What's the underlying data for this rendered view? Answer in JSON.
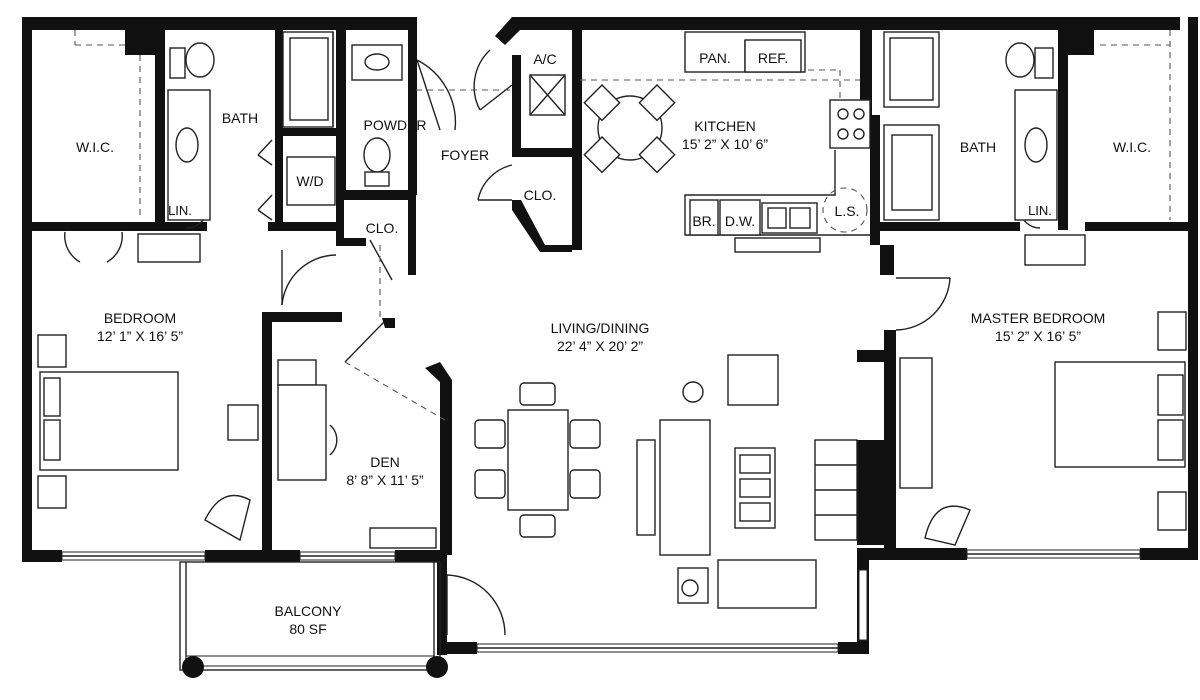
{
  "rooms": {
    "wic_left": {
      "name": "W.I.C."
    },
    "bath_left": {
      "name": "BATH"
    },
    "lin_left": {
      "name": "LIN."
    },
    "wd": {
      "name": "W/D"
    },
    "powder": {
      "name": "POWDER"
    },
    "clo_hall": {
      "name": "CLO."
    },
    "foyer": {
      "name": "FOYER"
    },
    "ac": {
      "name": "A/C"
    },
    "clo_foyer": {
      "name": "CLO."
    },
    "kitchen": {
      "name": "KITCHEN",
      "dims": "15’ 2” X 10’ 6”"
    },
    "pan": {
      "name": "PAN."
    },
    "ref": {
      "name": "REF."
    },
    "br": {
      "name": "BR."
    },
    "dw": {
      "name": "D.W."
    },
    "ls": {
      "name": "L.S."
    },
    "bath_right": {
      "name": "BATH"
    },
    "lin_right": {
      "name": "LIN."
    },
    "wic_right": {
      "name": "W.I.C."
    },
    "bedroom": {
      "name": "BEDROOM",
      "dims": "12’ 1” X 16’ 5”"
    },
    "living": {
      "name": "LIVING/DINING",
      "dims": "22’ 4” X 20’ 2”"
    },
    "den": {
      "name": "DEN",
      "dims": "8’ 8” X 11’ 5”"
    },
    "master": {
      "name": "MASTER BEDROOM",
      "dims": "15’ 2” X 16’ 5”"
    },
    "balcony": {
      "name": "BALCONY",
      "dims": "80 SF"
    }
  }
}
